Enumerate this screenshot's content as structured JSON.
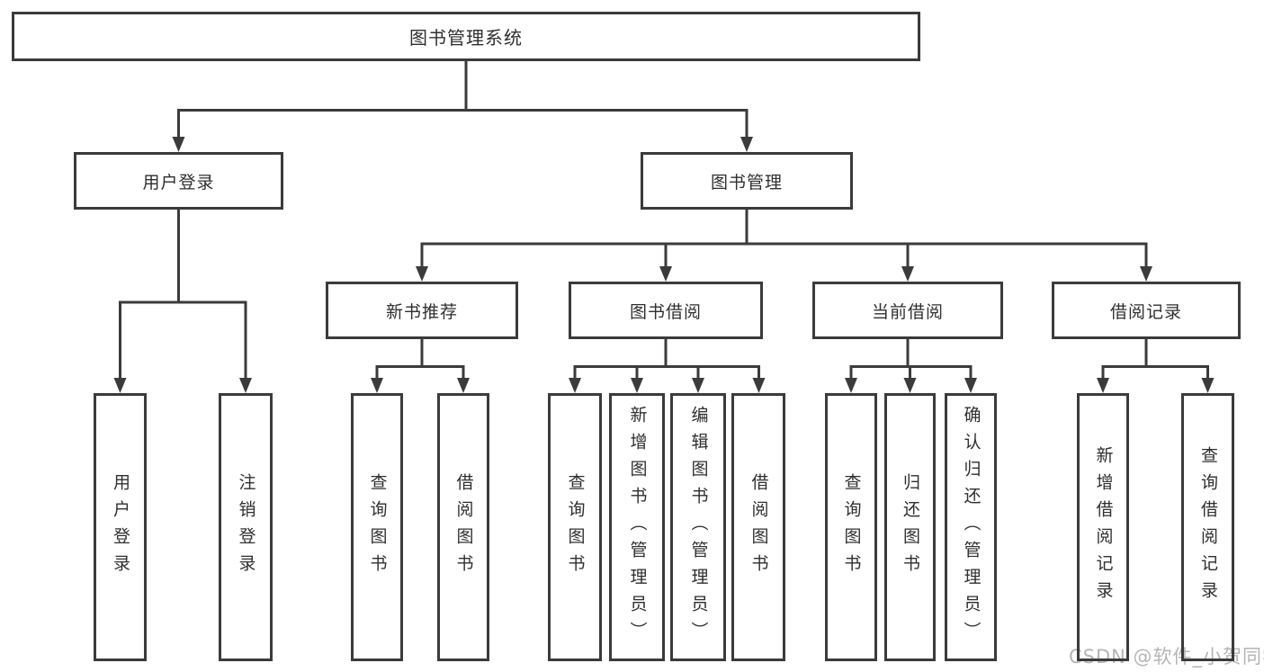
{
  "colors": {
    "line": "#3b3b3b",
    "text": "#2f2f2f",
    "background": "#ffffff",
    "watermark": "#b5b5b5"
  },
  "watermark": {
    "text": "CSDN @软件_小贺同学"
  },
  "nodes": {
    "root": {
      "label": "图书管理系统"
    },
    "login": {
      "label": "用户登录"
    },
    "book_mgmt": {
      "label": "图书管理"
    },
    "new_book": {
      "label": "新书推荐"
    },
    "book_borrow": {
      "label": "图书借阅"
    },
    "current_borrow": {
      "label": "当前借阅"
    },
    "borrow_records": {
      "label": "借阅记录"
    },
    "leaf_user_login": {
      "label": "用户登录"
    },
    "leaf_logout": {
      "label": "注销登录"
    },
    "leaf_query_books_recommend": {
      "label": "查询图书"
    },
    "leaf_borrow_books_recommend": {
      "label": "借阅图书"
    },
    "leaf_query_books_borrow": {
      "label": "查询图书"
    },
    "leaf_add_books_admin": {
      "label": "新增图书（管理员）"
    },
    "leaf_edit_books_admin": {
      "label": "编辑图书（管理员）"
    },
    "leaf_borrow_books_borrow": {
      "label": "借阅图书"
    },
    "leaf_query_books_current": {
      "label": "查询图书"
    },
    "leaf_return_books": {
      "label": "归还图书"
    },
    "leaf_confirm_return_admin": {
      "label": "确认归还（管理员）"
    },
    "leaf_add_borrow_record": {
      "label": "新增借阅记录"
    },
    "leaf_query_borrow_record": {
      "label": "查询借阅记录"
    }
  }
}
